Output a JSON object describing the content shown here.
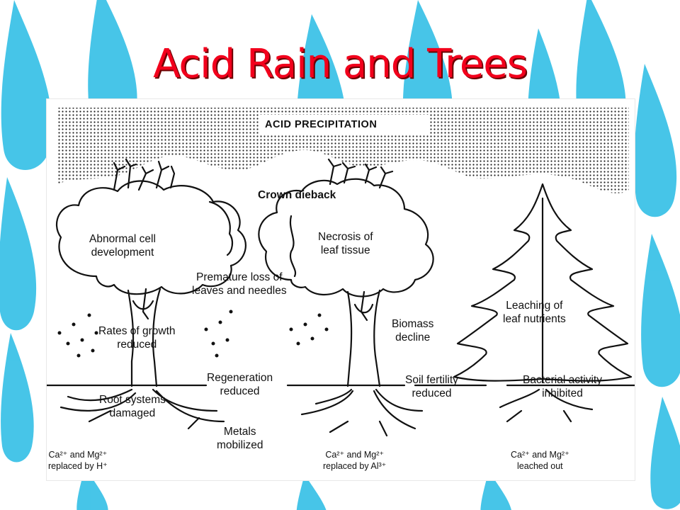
{
  "slide": {
    "title": "Acid Rain and Trees"
  },
  "diagram": {
    "heading": "ACID PRECIPITATION",
    "labels": {
      "crown_dieback": "Crown dieback",
      "abnormal_cell": [
        "Abnormal cell",
        "development"
      ],
      "necrosis": [
        "Necrosis of",
        "leaf tissue"
      ],
      "premature_loss": [
        "Premature loss of",
        "leaves and needles"
      ],
      "leaching": [
        "Leaching of",
        "leaf nutrients"
      ],
      "rates_growth": [
        "Rates of growth",
        "reduced"
      ],
      "biomass": [
        "Biomass",
        "decline"
      ],
      "regeneration": [
        "Regeneration",
        "reduced"
      ],
      "soil_fertility": [
        "Soil fertility",
        "reduced"
      ],
      "bacterial": [
        "Bacterial activity",
        "inhibited"
      ],
      "root_systems": [
        "Root systems",
        "damaged"
      ],
      "metals": [
        "Metals",
        "mobilized"
      ]
    },
    "chemistry": {
      "left": [
        "Ca²⁺ and Mg²⁺",
        "replaced by H⁺"
      ],
      "middle": [
        "Ca²⁺ and Mg²⁺",
        "replaced by Al³⁺"
      ],
      "right": [
        "Ca²⁺ and Mg²⁺",
        "leached out"
      ]
    }
  },
  "colors": {
    "title": "#f2001c",
    "drops": "#33bfe6",
    "ink": "#111111"
  }
}
